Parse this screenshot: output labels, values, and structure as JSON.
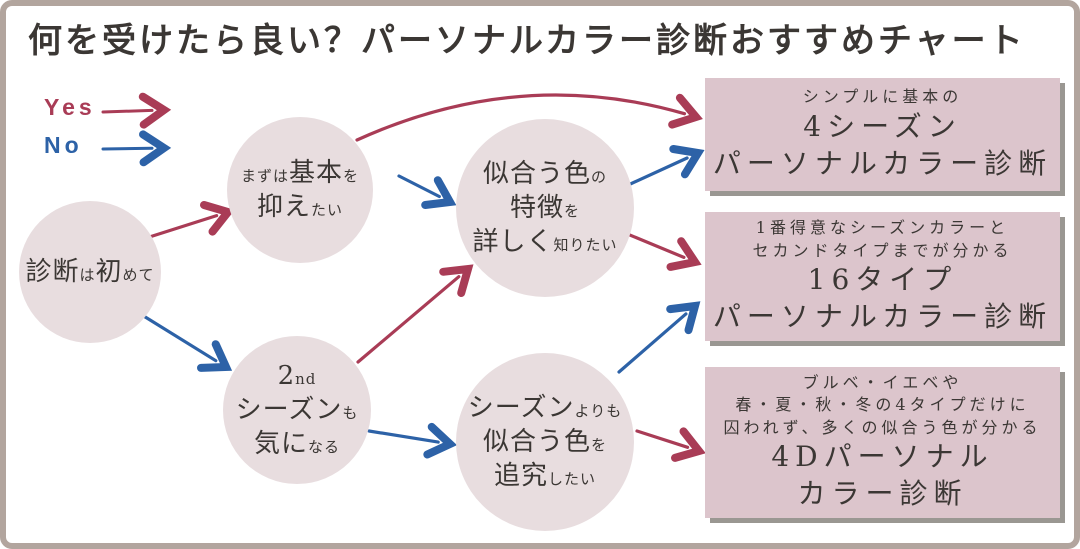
{
  "title": "何を受けたら良い？パーソナルカラー診断おすすめチャート",
  "legend": {
    "yes": "Yes",
    "no": "No"
  },
  "colors": {
    "yes": "#a93c56",
    "no": "#2d62a7",
    "circle_fill": "#e8dddf",
    "box_fill": "#dcc5cc",
    "box_shadow": "#9a9792",
    "text": "#3b3734",
    "frame_border": "#b2a59e"
  },
  "nodes": {
    "start": {
      "lines": [
        [
          {
            "t": "診断",
            "s": "lg"
          },
          {
            "t": "は",
            "s": "sm"
          },
          {
            "t": "初",
            "s": "lg"
          },
          {
            "t": "めて",
            "s": "sm"
          }
        ]
      ]
    },
    "basics": {
      "lines": [
        [
          {
            "t": "まずは",
            "s": "sm"
          },
          {
            "t": "基本",
            "s": "lg"
          },
          {
            "t": "を",
            "s": "sm"
          }
        ],
        [
          {
            "t": "抑え",
            "s": "lg"
          },
          {
            "t": "たい",
            "s": "sm"
          }
        ]
      ]
    },
    "second_season": {
      "lines": [
        [
          {
            "t": "2",
            "s": "lg"
          },
          {
            "t": "nd",
            "s": "sm"
          }
        ],
        [
          {
            "t": "シーズン",
            "s": "lg"
          },
          {
            "t": "も",
            "s": "sm"
          }
        ],
        [
          {
            "t": "気に",
            "s": "lg"
          },
          {
            "t": "なる",
            "s": "sm"
          }
        ]
      ]
    },
    "color_traits": {
      "lines": [
        [
          {
            "t": "似合う色",
            "s": "lg"
          },
          {
            "t": "の",
            "s": "sm"
          }
        ],
        [
          {
            "t": "特徴",
            "s": "lg"
          },
          {
            "t": "を",
            "s": "sm"
          }
        ],
        [
          {
            "t": "詳しく",
            "s": "lg"
          },
          {
            "t": "知りたい",
            "s": "sm"
          }
        ]
      ]
    },
    "pursue_colors": {
      "lines": [
        [
          {
            "t": "シーズン",
            "s": "lg"
          },
          {
            "t": "よりも",
            "s": "sm"
          }
        ],
        [
          {
            "t": "似合う色",
            "s": "lg"
          },
          {
            "t": "を",
            "s": "sm"
          }
        ],
        [
          {
            "t": "追究",
            "s": "lg"
          },
          {
            "t": "したい",
            "s": "sm"
          }
        ]
      ]
    }
  },
  "results": {
    "four_seasons": {
      "lines": [
        [
          {
            "t": "シンプルに基本の",
            "s": "sm"
          }
        ],
        [
          {
            "t": "4シーズン",
            "s": "lg"
          }
        ],
        [
          {
            "t": "パーソナルカラー診断",
            "s": "lg"
          }
        ]
      ]
    },
    "sixteen_type": {
      "lines": [
        [
          {
            "t": "1番得意なシーズンカラーと",
            "s": "sm"
          }
        ],
        [
          {
            "t": "セカンドタイプまでが分かる",
            "s": "sm"
          }
        ],
        [
          {
            "t": "16タイプ",
            "s": "lg"
          }
        ],
        [
          {
            "t": "パーソナルカラー診断",
            "s": "lg"
          }
        ]
      ]
    },
    "four_d": {
      "lines": [
        [
          {
            "t": "ブルベ・イエベや",
            "s": "sm"
          }
        ],
        [
          {
            "t": "春・夏・秋・冬の4タイプだけに",
            "s": "sm"
          }
        ],
        [
          {
            "t": "囚われず、多くの似合う色が分かる",
            "s": "sm"
          }
        ],
        [
          {
            "t": "4Dパーソナル",
            "s": "lg"
          }
        ],
        [
          {
            "t": "カラー診断",
            "s": "lg"
          }
        ]
      ]
    }
  },
  "flow": {
    "edges": [
      {
        "from": "start",
        "to": "basics",
        "answer": "yes"
      },
      {
        "from": "start",
        "to": "second_season",
        "answer": "no"
      },
      {
        "from": "basics",
        "to": "four_seasons",
        "answer": "yes"
      },
      {
        "from": "basics",
        "to": "color_traits",
        "answer": "no"
      },
      {
        "from": "second_season",
        "to": "color_traits",
        "answer": "yes"
      },
      {
        "from": "second_season",
        "to": "pursue_colors",
        "answer": "no"
      },
      {
        "from": "color_traits",
        "to": "sixteen_type",
        "answer": "yes"
      },
      {
        "from": "color_traits",
        "to": "four_seasons",
        "answer": "no"
      },
      {
        "from": "pursue_colors",
        "to": "four_d",
        "answer": "yes"
      },
      {
        "from": "pursue_colors",
        "to": "sixteen_type",
        "answer": "no"
      }
    ]
  }
}
